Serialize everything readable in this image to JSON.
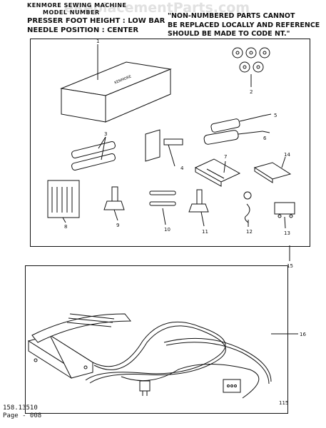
{
  "header": {
    "model_line1": "KENMORE SEWING MACHINE",
    "model_line2": "MODEL NUMBER",
    "presser_foot": "PRESSER FOOT HEIGHT : LOW BAR",
    "needle_position": "NEEDLE POSITION : CENTER",
    "note_line1": "\"NON-NUMBERED PARTS CANNOT",
    "note_line2": "BE REPLACED LOCALLY AND REFERENCE",
    "note_line3": "SHOULD BE MADE TO CODE NT.\""
  },
  "watermark": "eReplacementParts.com",
  "callouts": [
    "1",
    "2",
    "3",
    "4",
    "5",
    "6",
    "7",
    "8",
    "9",
    "10",
    "11",
    "12",
    "13",
    "14",
    "15",
    "16"
  ],
  "box_label": "KENMORE",
  "figure_number": "115",
  "footer": {
    "code": "158.13510",
    "page": "Page - 008"
  }
}
